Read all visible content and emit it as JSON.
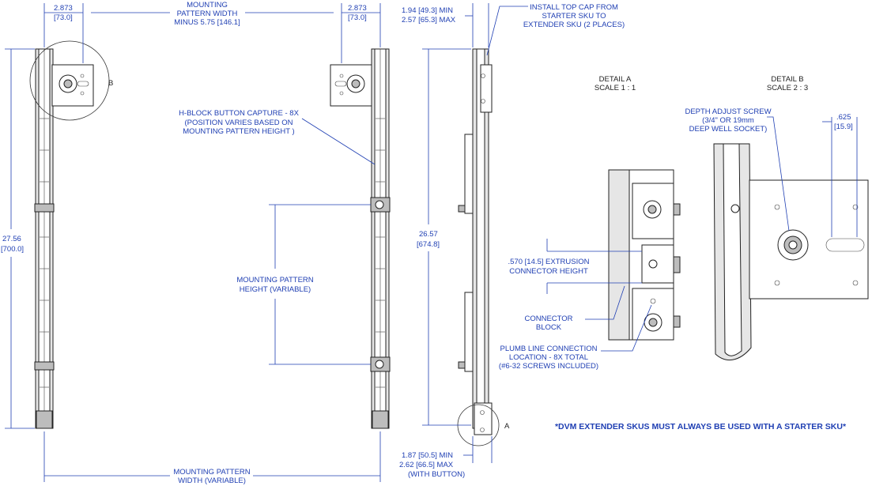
{
  "dims": {
    "left_width_in": "2.873",
    "left_width_mm": "[73.0]",
    "right_width_in": "2.873",
    "right_width_mm": "[73.0]",
    "pattern_width_minus_1": "MOUNTING",
    "pattern_width_minus_2": "PATTERN WIDTH",
    "pattern_width_minus_3": "MINUS 5.75 [146.1]",
    "height_in": "27.56",
    "height_mm": "[700.0]",
    "pattern_height_1": "MOUNTING PATTERN",
    "pattern_height_2": "HEIGHT (VARIABLE)",
    "pattern_width_bottom_1": "MOUNTING PATTERN",
    "pattern_width_bottom_2": "WIDTH (VARIABLE)",
    "side_top_1": "1.94 [49.3] MIN",
    "side_top_2": "2.57 [65.3] MAX",
    "side_height_in": "26.57",
    "side_height_mm": "[674.8]",
    "side_bottom_1": "1.87 [50.5] MIN",
    "side_bottom_2": "2.62 [66.5] MAX",
    "side_bottom_3": "(WITH BUTTON)",
    "depth_in": ".625",
    "depth_mm": "[15.9]"
  },
  "notes": {
    "top_cap_1": "INSTALL TOP CAP FROM",
    "top_cap_2": "STARTER SKU TO",
    "top_cap_3": "EXTENDER SKU (2 PLACES)",
    "hblock_1": "H-BLOCK BUTTON CAPTURE  - 8X",
    "hblock_2": "(POSITION VARIES BASED ON",
    "hblock_3": "MOUNTING PATTERN HEIGHT )",
    "extrusion_1": ".570 [14.5] EXTRUSION",
    "extrusion_2": "CONNECTOR HEIGHT",
    "connector_1": "CONNECTOR",
    "connector_2": "BLOCK",
    "plumb_1": "PLUMB LINE CONNECTION",
    "plumb_2": "LOCATION - 8X TOTAL",
    "plumb_3": "(#6-32 SCREWS INCLUDED)",
    "depth_screw_1": "DEPTH ADJUST SCREW",
    "depth_screw_2": "(3/4\" OR 19mm",
    "depth_screw_3": "DEEP WELL SOCKET)"
  },
  "details": {
    "a_title": "DETAIL A",
    "a_scale": "SCALE 1 : 1",
    "b_title": "DETAIL B",
    "b_scale": "SCALE 2 : 3",
    "callout_a": "A",
    "callout_b": "B"
  },
  "warning": "*DVM EXTENDER SKUS MUST ALWAYS BE USED WITH A STARTER SKU*",
  "colors": {
    "dimension": "#1f3fb3",
    "line": "#222222"
  }
}
